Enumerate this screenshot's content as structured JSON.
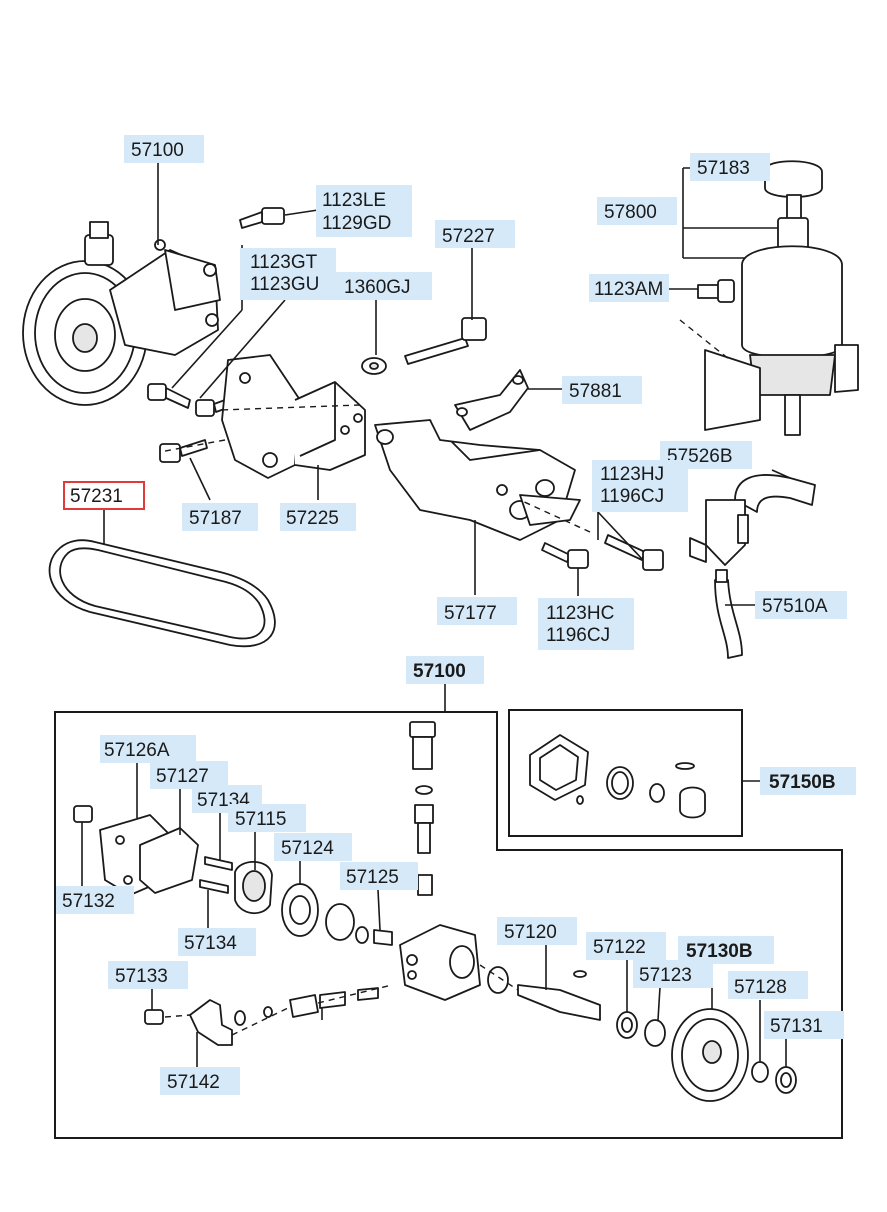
{
  "labels": {
    "l57100_top": "57100",
    "l1123LE": "1123LE",
    "l1129GD": "1129GD",
    "l1123GT": "1123GT",
    "l1123GU": "1123GU",
    "l1360GJ": "1360GJ",
    "l57227": "57227",
    "l57183": "57183",
    "l57800": "57800",
    "l1123AM": "1123AM",
    "l57881": "57881",
    "l57526B": "57526B",
    "l57231": "57231",
    "l57187": "57187",
    "l57225": "57225",
    "l1123HJ": "1123HJ",
    "l1196CJ_a": "1196CJ",
    "l57177": "57177",
    "l1123HC": "1123HC",
    "l1196CJ_b": "1196CJ",
    "l57510A": "57510A",
    "l57100_sub": "57100",
    "l57126A": "57126A",
    "l57127": "57127",
    "l57134_a": "57134",
    "l57115": "57115",
    "l57124": "57124",
    "l57125": "57125",
    "l57150B": "57150B",
    "l57132": "57132",
    "l57134_b": "57134",
    "l57120": "57120",
    "l57122": "57122",
    "l57130B": "57130B",
    "l57123": "57123",
    "l57128": "57128",
    "l57133": "57133",
    "l57131": "57131",
    "l57142": "57142"
  },
  "colors": {
    "label_box": "#d6e9f8",
    "highlight_border": "#e03a3a",
    "line": "#1a1a1a"
  }
}
